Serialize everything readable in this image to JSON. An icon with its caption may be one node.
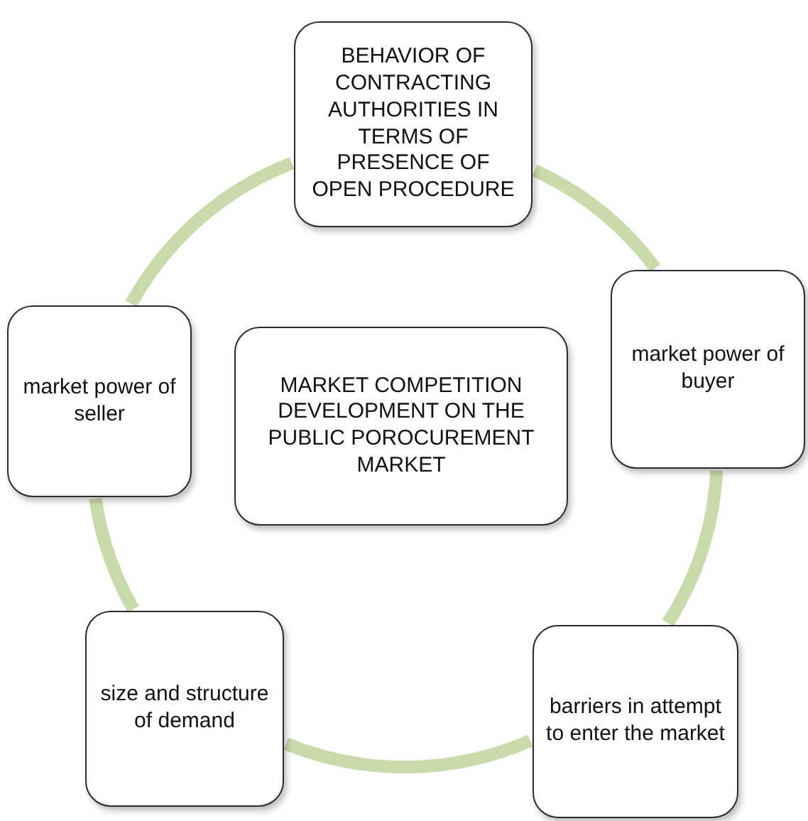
{
  "diagram": {
    "nodes": [
      {
        "text": [
          "BEHAVIOR OF CONTRACTING AUTHORITIES IN TERMS OF PRESENCE OF OPEN PROCEDURE"
        ]
      },
      {
        "text": [
          "market power of seller"
        ]
      },
      {
        "text": [
          "market power of buyer"
        ]
      },
      {
        "text": [
          "MARKET COMPETITION DEVELOPMENT ON THE PUBLIC POROCUREMENT MARKET"
        ]
      },
      {
        "text": [
          "size and structure of demand"
        ]
      },
      {
        "text": [
          "barriers in attempt to enter the market"
        ]
      }
    ],
    "edges": [
      {
        "from": 0,
        "to": 2,
        "arrow": "none"
      },
      {
        "from": 2,
        "to": 5,
        "arrow": "none"
      },
      {
        "from": 5,
        "to": 4,
        "arrow": "none"
      },
      {
        "from": 4,
        "to": 1,
        "arrow": "none"
      },
      {
        "from": 1,
        "to": 0,
        "arrow": "none"
      }
    ]
  }
}
